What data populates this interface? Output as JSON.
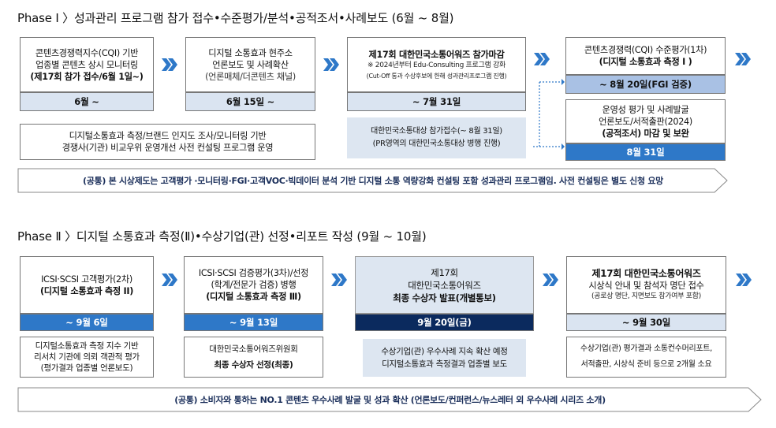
{
  "phase1": {
    "title": "Phase  Ⅰ  〉성과관리 프로그램 참가 접수•수준평가/분석•공적조서•사례보도 (6월 ~ 8월)",
    "box1": {
      "line1": "콘텐츠경쟁력지수(CQI) 기반",
      "line2": "업종별 콘텐츠 상시 모니터링",
      "line3": "(제17회 참가 접수/6월 1일~)",
      "date": "6월 ~"
    },
    "box2": {
      "line1": "디지털 소통효과 현주소",
      "line2": "언론보도 및 사례확산",
      "line3": "(언론매체/더콘텐츠 채널)",
      "date": "6월 15일 ~"
    },
    "box3": {
      "line1": "제17회 대한민국소통어워즈 참가마감",
      "line2": "※ 2024년부터 Edu-Consulting 프로그램 강화",
      "line3": "(Cut-Off 통과 수상후보에 한해 성과관리프로그램 진행)",
      "date": "~ 7월 31일"
    },
    "box3b": {
      "line1": "대한민국소통대상 참가접수(~ 8월 31일)",
      "line2": "(PR영역의 대한민국소통대상 병행 진행)"
    },
    "box4": {
      "line1": "콘텐츠경쟁력(CQI) 수준평가(1차)",
      "line2": "(디지털 소통효과 측정 I )",
      "date": "~ 8월 20일(FGI 검증)"
    },
    "box5": {
      "line1": "운영성 평가 및 사례발굴",
      "line2": "언론보도/서적출판(2024)",
      "line3": "(공적조서) 마감 및 보완",
      "date": "8월  31일"
    },
    "wide": {
      "line1": "디지털소통효과 측정/브랜드 인지도 조사/모니터링 기반",
      "line2": "경쟁사(기관) 비교우위 운영개선 사전 컨설팅 프로그램 운영"
    },
    "banner": "(공통) 본 시상제도는 고객평가 ·모니터링·FGI·고객VOC·빅데이터 분석 기반 디지털 소통 역량강화 컨설팅 포함 성과관리 프로그램임. 사전 컨설팅은 별도 신청 요망"
  },
  "phase2": {
    "title": "Phase  Ⅱ  〉디지털 소통효과 측정(Ⅱ)•수상기업(관) 선정•리포트 작성 (9월 ~ 10월)",
    "box1": {
      "line1": "ICSI·SCSI 고객평가(2차)",
      "line2": "(디지털 소통효과 측정 II)",
      "date": "~ 9월 6일",
      "note1": "디지털소통효과 측정 지수 기반",
      "note2": "리서치 기관에 의뢰 객관적 평가",
      "note3": "(평가결과 업종별 언론보도)"
    },
    "box2": {
      "line1": "ICSI·SCSI 검증평가(3차)/선정",
      "line2": "(학계/전문가 검증) 병행",
      "line3": "(디지털 소통효과 측정 Ⅲ)",
      "date": "~ 9월 13일",
      "note1": "대한민국소통어워즈위원회",
      "note2": "최종 수상자 선정(최종)"
    },
    "box3": {
      "line1": "제17회",
      "line2": "대한민국소통어워즈",
      "line3": "최종 수상자 발표(개별통보)",
      "date": "9월 20일(금)",
      "note1": "수상기업(관) 우수사례 지속 확산 예정",
      "note2": "디지털소통효과 측정결과 업종별 보도"
    },
    "box4": {
      "line1": "제17회 대한민국소통어워즈",
      "line2": "시상식 안내 및 참석자 명단 접수",
      "line3": "(공로상 명단, 지면보도 참가여부 포함)",
      "date": "~ 9월 30일",
      "note1": "수상기업(관) 평가결과 소통컨수머리포트,",
      "note2": "서적출판, 시상식 준비 등으로 2개월 소요"
    },
    "banner": "(공통) 소비자와 통하는 NO.1 콘텐츠 우수사례 발굴 및 성과 확산 (언론보도/컨퍼런스/뉴스레터 외 우수사례 시리즈 소개)"
  },
  "icons": {
    "arrow": "double-chevron-right-icon"
  },
  "colors": {
    "accent": "#2e78c8",
    "light": "#dae4f1",
    "navy": "#0b2a5e",
    "grayBox": "#dde6f1"
  }
}
